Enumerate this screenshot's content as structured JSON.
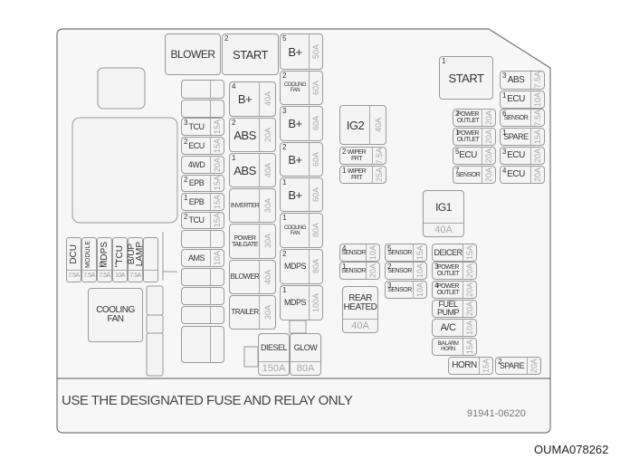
{
  "fuses": [
    {
      "label": "BLOWER",
      "num": "",
      "amp": ""
    },
    {
      "label": "START",
      "num": "2",
      "amp": ""
    },
    {
      "label": "B+",
      "num": "5",
      "amp": "50A"
    },
    {
      "label": "COOLING\nFAN",
      "num": "2",
      "amp": "60A"
    },
    {
      "label": "B+",
      "num": "3",
      "amp": "60A"
    },
    {
      "label": "B+",
      "num": "2",
      "amp": "60A"
    },
    {
      "label": "B+",
      "num": "1",
      "amp": "60A"
    },
    {
      "label": "COOLING\nFAN",
      "num": "1",
      "amp": "80A"
    },
    {
      "label": "MDPS",
      "num": "2",
      "amp": "80A"
    },
    {
      "label": "MDPS",
      "num": "1",
      "amp": "100A"
    },
    {
      "label": "B+",
      "num": "4",
      "amp": "40A"
    },
    {
      "label": "ABS",
      "num": "2",
      "amp": "20A"
    },
    {
      "label": "ABS",
      "num": "1",
      "amp": "40A"
    },
    {
      "label": "INVERTER",
      "num": "",
      "amp": "30A"
    },
    {
      "label": "POWER\nTAILGATE",
      "num": "",
      "amp": "30A"
    },
    {
      "label": "BLOWER",
      "num": "",
      "amp": "40A"
    },
    {
      "label": "TRAILER",
      "num": "",
      "amp": "30A"
    },
    {
      "label": "",
      "num": "",
      "amp": ""
    },
    {
      "label": "",
      "num": "",
      "amp": ""
    },
    {
      "label": "TCU",
      "num": "3",
      "amp": "15A"
    },
    {
      "label": "ECU",
      "num": "2",
      "amp": "15A"
    },
    {
      "label": "4WD",
      "num": "",
      "amp": "20A"
    },
    {
      "label": "EPB",
      "num": "2",
      "amp": "15A"
    },
    {
      "label": "EPB",
      "num": "1",
      "amp": "15A"
    },
    {
      "label": "TCU",
      "num": "2",
      "amp": "15A"
    },
    {
      "label": "",
      "num": "",
      "amp": ""
    },
    {
      "label": "AMS",
      "num": "",
      "amp": "10A"
    },
    {
      "label": "",
      "num": "",
      "amp": ""
    },
    {
      "label": "",
      "num": "",
      "amp": ""
    },
    {
      "label": "",
      "num": "",
      "amp": ""
    },
    {
      "label": "",
      "num": "",
      "amp": ""
    },
    {
      "label": "DIESEL",
      "num": "",
      "amp": "150A"
    },
    {
      "label": "GLOW",
      "num": "",
      "amp": "80A"
    },
    {
      "label": "IG2",
      "num": "",
      "amp": "40A"
    },
    {
      "label": "WIPER\nFRT",
      "num": "2",
      "amp": "7.5A"
    },
    {
      "label": "WIPER\nFRT",
      "num": "1",
      "amp": "25A"
    },
    {
      "label": "START",
      "num": "1",
      "amp": ""
    },
    {
      "label": "ABS",
      "num": "3",
      "amp": "7.5A"
    },
    {
      "label": "ECU",
      "num": "1",
      "amp": "10A"
    },
    {
      "label": "POWER\nOUTLET",
      "num": "2",
      "amp": "20A"
    },
    {
      "label": "SENSOR",
      "num": "6",
      "amp": "7.5A"
    },
    {
      "label": "POWER\nOUTLET",
      "num": "1",
      "amp": "20A"
    },
    {
      "label": "SPARE",
      "num": "1",
      "amp": "15A"
    },
    {
      "label": "ECU",
      "num": "5",
      "amp": "20A"
    },
    {
      "label": "ECU",
      "num": "3",
      "amp": "20A"
    },
    {
      "label": "SENSOR",
      "num": "7",
      "amp": "20A"
    },
    {
      "label": "ECU",
      "num": "4",
      "amp": "20A"
    },
    {
      "label": "IG1",
      "num": "",
      "amp": "40A"
    },
    {
      "label": "SENSOR",
      "num": "4",
      "amp": "10A"
    },
    {
      "label": "SENSOR",
      "num": "5",
      "amp": "15A"
    },
    {
      "label": "DEICER",
      "num": "",
      "amp": "15A"
    },
    {
      "label": "SENSOR",
      "num": "1",
      "amp": "20A"
    },
    {
      "label": "SENSOR",
      "num": "2",
      "amp": "10A"
    },
    {
      "label": "POWER\nOUTLET",
      "num": "3",
      "amp": "20A"
    },
    {
      "label": "SENSOR",
      "num": "3",
      "amp": "10A"
    },
    {
      "label": "POWER\nOUTLET",
      "num": "4",
      "amp": "20A"
    },
    {
      "label": "FUEL\nPUMP",
      "num": "",
      "amp": "20A"
    },
    {
      "label": "A/C",
      "num": "",
      "amp": "10A"
    },
    {
      "label": "B/ALARM\nHORN",
      "num": "",
      "amp": "15A"
    },
    {
      "label": "HORN",
      "num": "",
      "amp": "15A"
    },
    {
      "label": "SPARE",
      "num": "2",
      "amp": "20A"
    },
    {
      "label": "REAR\nHEATED",
      "num": "",
      "amp": "40A"
    },
    {
      "label": "COOLING\nFAN",
      "num": "",
      "amp": ""
    }
  ],
  "mini_fuses": [
    {
      "label": "DCU",
      "num": "",
      "amp": "7.5A"
    },
    {
      "label": "MODULE",
      "num": "",
      "amp": "7.5A"
    },
    {
      "label": "MDPS",
      "num": "3",
      "amp": "7.5A"
    },
    {
      "label": "TCU",
      "num": "1",
      "amp": "10A"
    },
    {
      "label": "B/UP\nLAMP",
      "num": "",
      "amp": "7.5A"
    },
    {
      "label": "",
      "num": "",
      "amp": ""
    }
  ],
  "notice": "USE THE DESIGNATED FUSE AND RELAY ONLY",
  "part_number": "91941-06220",
  "figure_code": "OUMA078262"
}
